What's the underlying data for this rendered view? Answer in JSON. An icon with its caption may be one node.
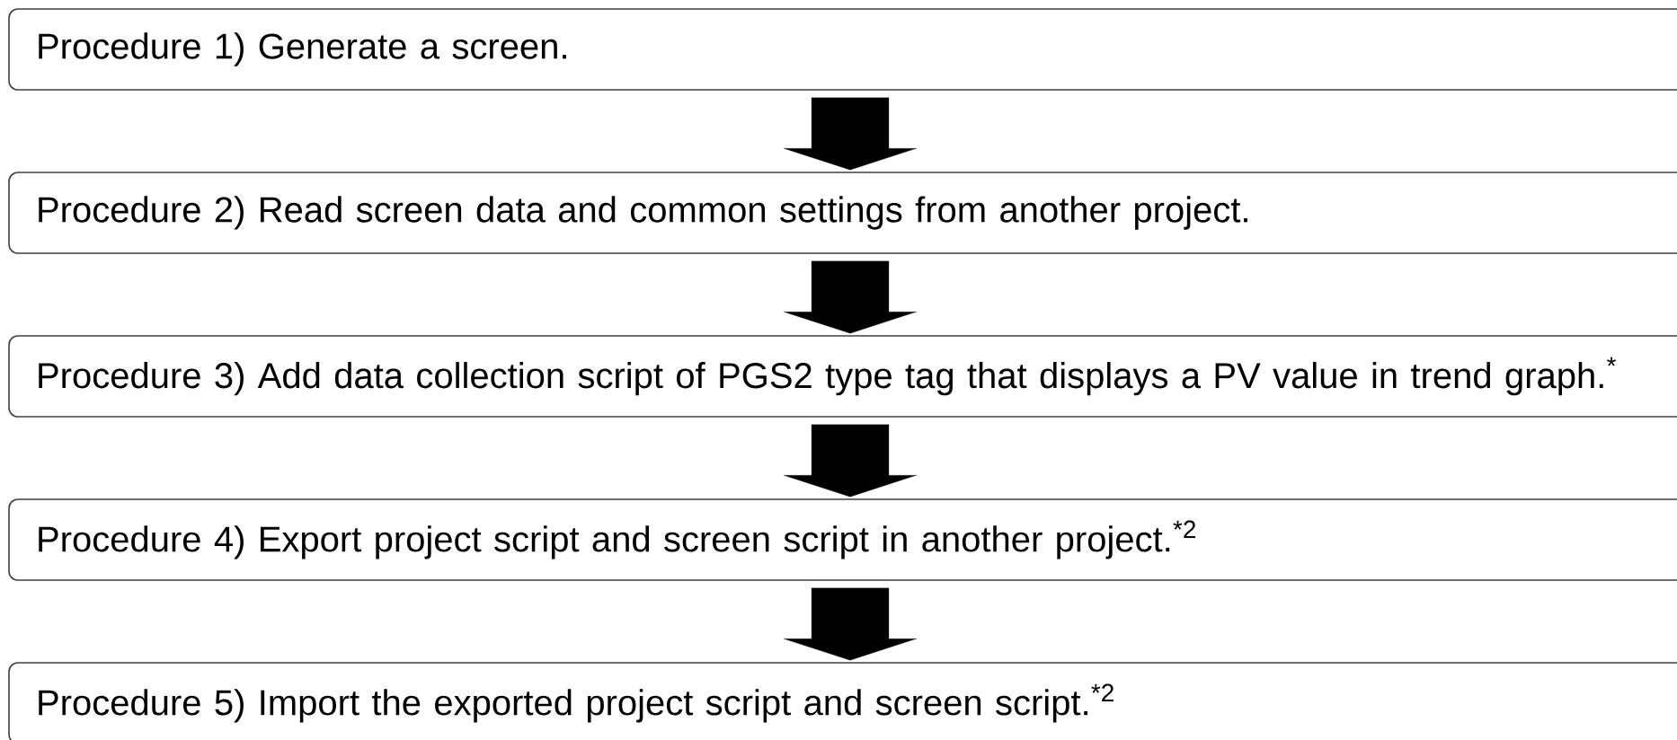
{
  "diagram": {
    "nodes": [
      {
        "text": [
          "Procedure 1) Generate a screen."
        ]
      },
      {
        "text": [
          "Procedure 2) Read screen data and common settings from another project."
        ]
      },
      {
        "text": [
          "Procedure 3) Add data collection script of PGS2 type tag that displays a PV value in trend graph.$^{*}$"
        ]
      },
      {
        "text": [
          "Procedure 4) Export project script and screen script in another project.$^{*2}$"
        ]
      },
      {
        "text": [
          "Procedure 5) Import the exported project script and screen script.$^{*2}$"
        ]
      }
    ],
    "edges": [
      {
        "from": 0,
        "to": 1,
        "arrow": "to"
      },
      {
        "from": 1,
        "to": 2,
        "arrow": "to"
      },
      {
        "from": 2,
        "to": 3,
        "arrow": "to"
      },
      {
        "from": 3,
        "to": 4,
        "arrow": "to"
      }
    ]
  }
}
